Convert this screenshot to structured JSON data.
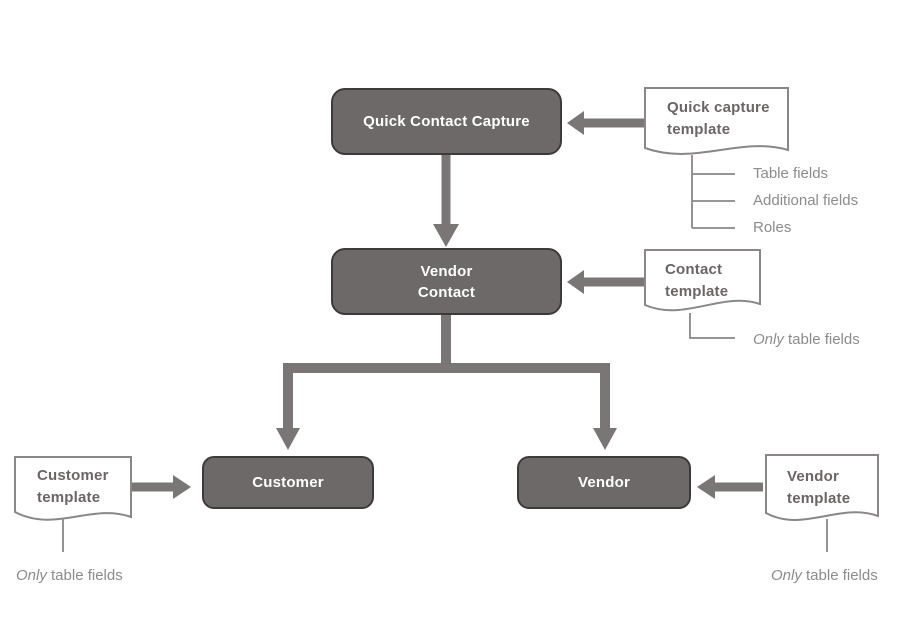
{
  "diagram": {
    "boxes": {
      "quick_contact_capture": {
        "label": "Quick Contact Capture"
      },
      "vendor_contact": {
        "label": "Vendor\nContact"
      },
      "customer": {
        "label": "Customer"
      },
      "vendor": {
        "label": "Vendor"
      }
    },
    "documents": {
      "quick_capture_template": {
        "label": "Quick capture\ntemplate"
      },
      "contact_template": {
        "label": "Contact\ntemplate"
      },
      "customer_template": {
        "label": "Customer\ntemplate"
      },
      "vendor_template": {
        "label": "Vendor\ntemplate"
      }
    },
    "quick_capture_fields": [
      "Table fields",
      "Additional fields",
      "Roles"
    ],
    "notes": {
      "contact_template": {
        "italic": "Only",
        "rest": " table fields"
      },
      "customer_template": {
        "italic": "Only",
        "rest": " table fields"
      },
      "vendor_template": {
        "italic": "Only",
        "rest": " table fields"
      }
    },
    "colors": {
      "box_fill": "#6e6969",
      "box_border": "#3e3a3a",
      "box_text": "#ffffff",
      "arrow": "#7b7676",
      "document_border": "#8b8787",
      "document_fill": "#ffffff",
      "document_title_text": "#6b6565",
      "annotation_text": "#8c8c8c"
    }
  }
}
